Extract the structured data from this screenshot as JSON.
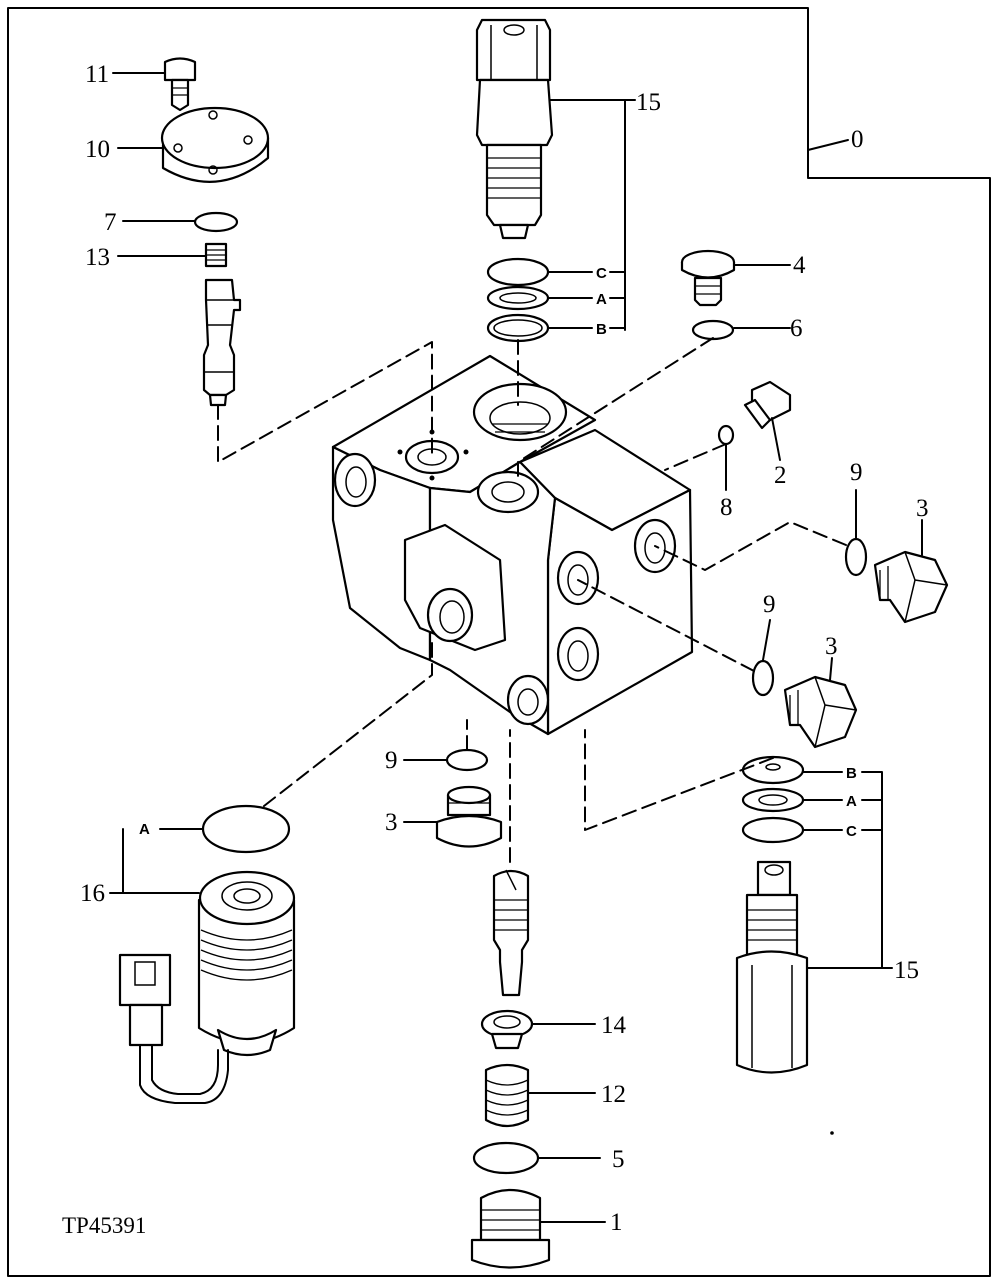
{
  "figure_code": "TP45391",
  "callouts": {
    "c0": "0",
    "c1": "1",
    "c2": "2",
    "c3a": "3",
    "c3b": "3",
    "c3c": "3",
    "c4": "4",
    "c5": "5",
    "c6": "6",
    "c7": "7",
    "c8": "8",
    "c9a": "9",
    "c9b": "9",
    "c9c": "9",
    "c10": "10",
    "c11": "11",
    "c12": "12",
    "c13": "13",
    "c14": "14",
    "c15a": "15",
    "c15b": "15",
    "c16": "16"
  },
  "sub_labels": {
    "top_c": "C",
    "top_a": "A",
    "top_b": "B",
    "bot_b": "B",
    "bot_a": "A",
    "bot_c": "C",
    "sol_a": "A"
  }
}
